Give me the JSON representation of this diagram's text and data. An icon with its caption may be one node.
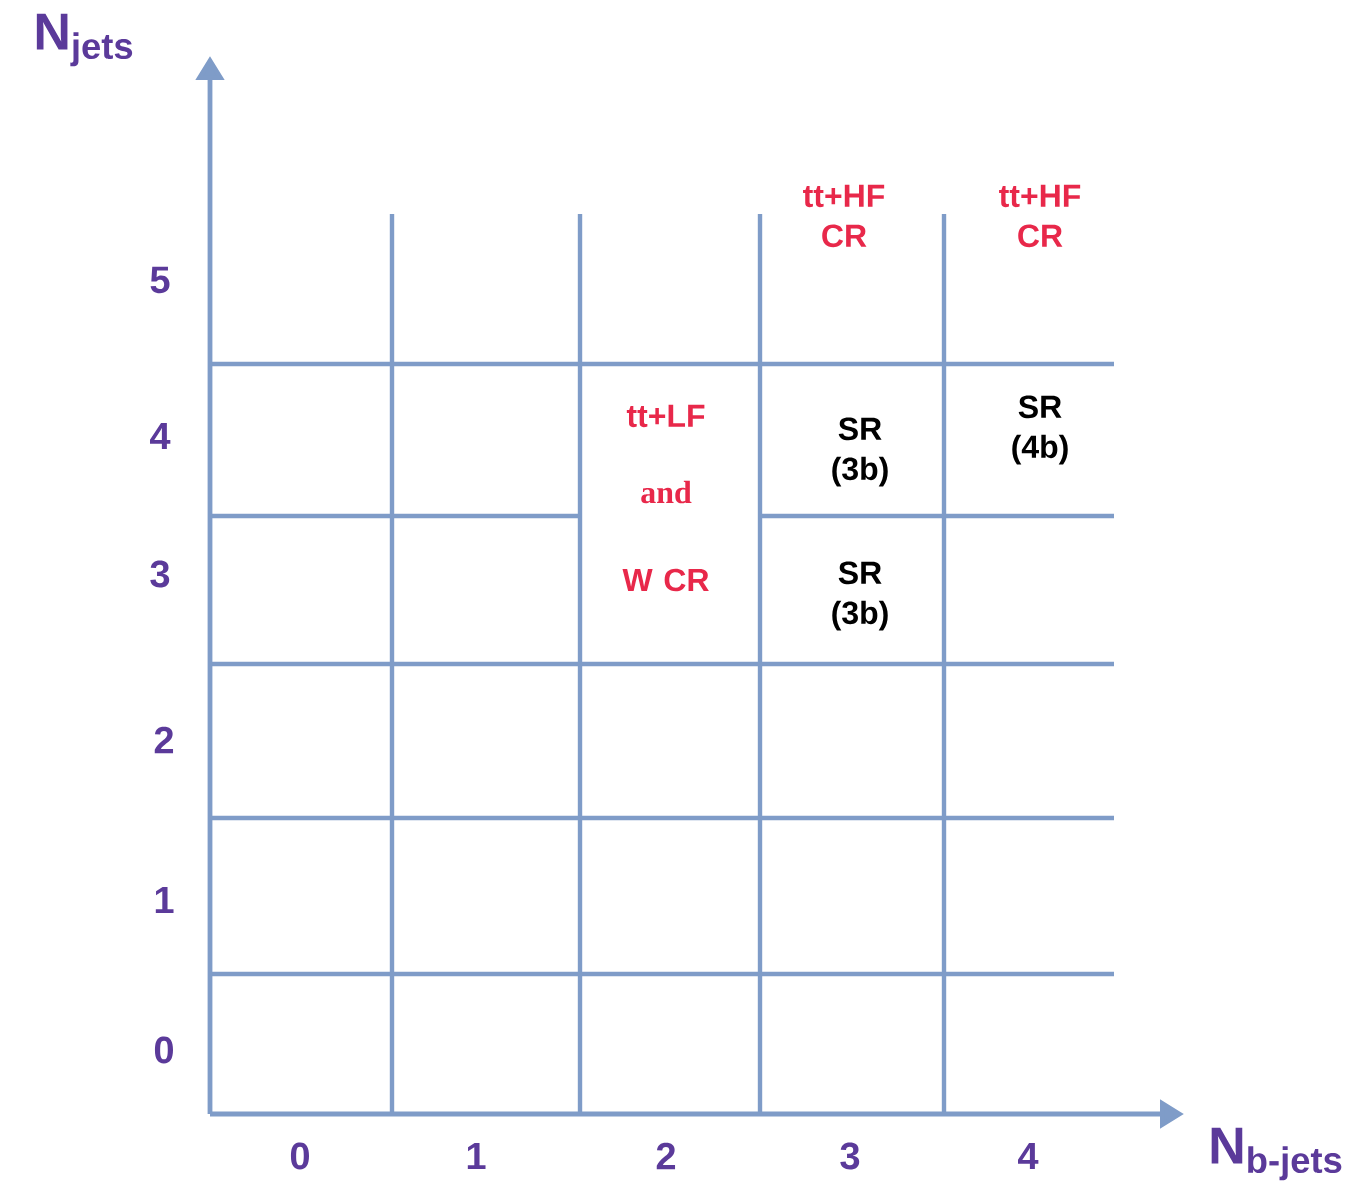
{
  "diagram": {
    "labels": [
      "N$_{jets}$",
      "tt+HF CR",
      "tt+HF CR",
      "5",
      "4",
      "tt+LF",
      "SR (3b)",
      "SR (4b)",
      "and",
      "3",
      "W CR",
      "SR (3b)",
      "2",
      "1",
      "0",
      "0",
      "1",
      "2",
      "3",
      "4",
      "N$_{b-jets}$"
    ]
  }
}
